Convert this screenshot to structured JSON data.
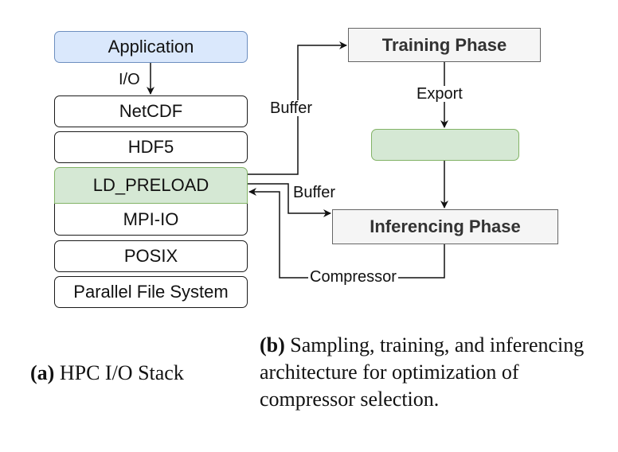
{
  "stack": {
    "application": "Application",
    "netcdf": "NetCDF",
    "hdf5": "HDF5",
    "ld_preload": "LD_PRELOAD",
    "mpi_io": "MPI-IO",
    "posix": "POSIX",
    "parallel_fs": "Parallel File System"
  },
  "phases": {
    "training": "Training Phase",
    "inferencing": "Inferencing Phase",
    "model": ""
  },
  "edges": {
    "io": "I/O",
    "buffer_top": "Buffer",
    "export": "Export",
    "buffer_bottom": "Buffer",
    "compressor": "Compressor"
  },
  "captions": {
    "a_tag": "(a)",
    "a_text": "HPC I/O Stack",
    "b_tag": "(b)",
    "b_text": "Sampling, training, and inferencing architecture for optimization of compressor selection."
  },
  "colors": {
    "blue_fill": "#dae8fc",
    "blue_stroke": "#6c8ebf",
    "green_fill": "#d5e8d4",
    "green_stroke": "#82b366",
    "grey_fill": "#f5f5f5"
  }
}
